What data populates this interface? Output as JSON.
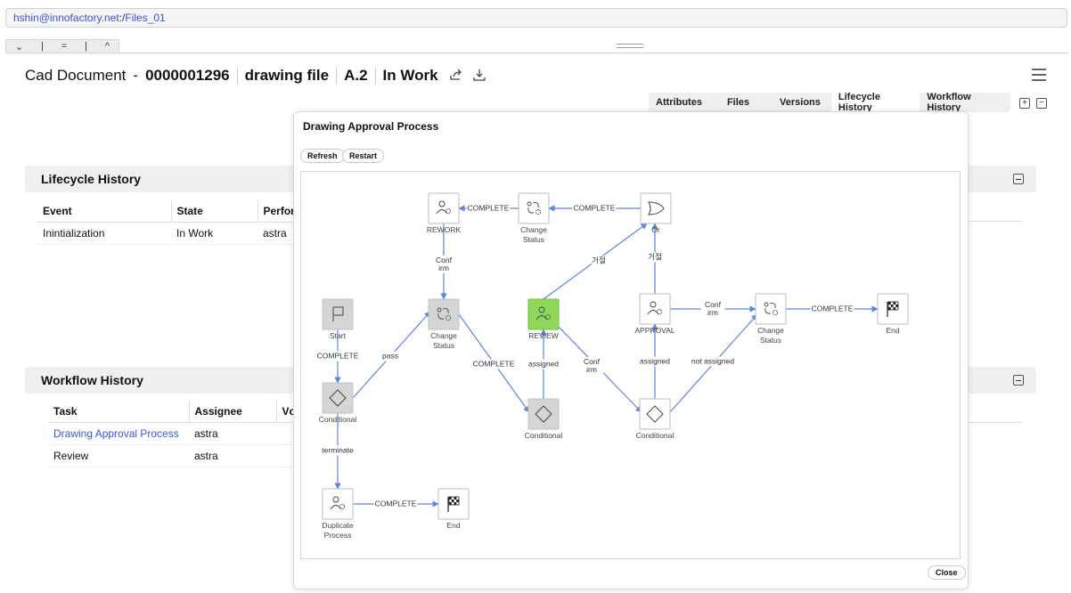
{
  "path": {
    "user": "hshin@innofactory.net",
    "sep": ":/",
    "folder": "Files_01"
  },
  "panel_buttons": [
    "⌄",
    "|",
    "=",
    "|",
    "^"
  ],
  "title": {
    "type": "Cad Document",
    "dash": "-",
    "number": "0000001296",
    "name": "drawing file",
    "revision": "A.2",
    "state": "In Work"
  },
  "tabs": [
    "Attributes",
    "Files",
    "Versions",
    "Lifecycle History",
    "Workflow History"
  ],
  "lifecycle": {
    "heading": "Lifecycle History",
    "columns": [
      "Event",
      "State",
      "Perfor"
    ],
    "rows": [
      {
        "event": "Inintialization",
        "state": "In Work",
        "performer": "astra"
      }
    ]
  },
  "workflow": {
    "heading": "Workflow History",
    "columns": [
      "Task",
      "Assignee",
      "Vc"
    ],
    "rows": [
      {
        "task": "Drawing Approval Process",
        "assignee": "astra"
      },
      {
        "task": "Review",
        "assignee": "astra"
      }
    ]
  },
  "modal": {
    "title": "Drawing Approval Process",
    "refresh": "Refresh",
    "restart": "Restart",
    "close": "Close"
  },
  "colors": {
    "accent": "#3a56d4",
    "edge": "#5b86e0",
    "active_node": "#8fd85a",
    "gray_node": "#d5d5d5"
  },
  "diagram": {
    "nodes": [
      {
        "id": "rework",
        "label": "REWORK",
        "label2": "",
        "icon": "person-gear-icon"
      },
      {
        "id": "cs_top",
        "label": "Change",
        "label2": "Status",
        "icon": "status-change-icon"
      },
      {
        "id": "or",
        "label": "Or",
        "label2": "",
        "icon": "or-gate-icon"
      },
      {
        "id": "start",
        "label": "Start",
        "label2": "",
        "icon": "flag-icon"
      },
      {
        "id": "cs_mid",
        "label": "Change",
        "label2": "Status",
        "icon": "status-change-icon"
      },
      {
        "id": "review",
        "label": "REVIEW",
        "label2": "",
        "icon": "person-gear-icon"
      },
      {
        "id": "approval",
        "label": "APPROVAL",
        "label2": "",
        "icon": "person-gear-icon"
      },
      {
        "id": "cs_right",
        "label": "Change",
        "label2": "Status",
        "icon": "status-change-icon"
      },
      {
        "id": "end_right",
        "label": "End",
        "label2": "",
        "icon": "checkered-flag-icon"
      },
      {
        "id": "cond_left",
        "label": "Conditional",
        "label2": "",
        "icon": "diamond-icon"
      },
      {
        "id": "cond_mid",
        "label": "Conditional",
        "label2": "",
        "icon": "diamond-icon"
      },
      {
        "id": "cond_right",
        "label": "Conditional",
        "label2": "",
        "icon": "diamond-icon"
      },
      {
        "id": "dup",
        "label": "Duplicate",
        "label2": "Process",
        "icon": "person-gear-icon"
      },
      {
        "id": "end_bottom",
        "label": "End",
        "label2": "",
        "icon": "checkered-flag-icon"
      }
    ],
    "edges": [
      {
        "from": "cs_top",
        "to": "rework",
        "label": "COMPLETE"
      },
      {
        "from": "or",
        "to": "cs_top",
        "label": "COMPLETE"
      },
      {
        "from": "rework",
        "to": "cs_mid",
        "label": "Conf irm"
      },
      {
        "from": "start",
        "to": "cond_left",
        "label": "COMPLETE"
      },
      {
        "from": "cond_left",
        "to": "cs_mid",
        "label": "pass"
      },
      {
        "from": "cond_left",
        "to": "dup",
        "label": "terminate"
      },
      {
        "from": "dup",
        "to": "end_bottom",
        "label": "COMPLETE"
      },
      {
        "from": "cs_mid",
        "to": "cond_mid",
        "label": "COMPLETE"
      },
      {
        "from": "cond_mid",
        "to": "review",
        "label": "assigned"
      },
      {
        "from": "review",
        "to": "or",
        "label": "거절"
      },
      {
        "from": "review",
        "to": "cond_right",
        "label": "Conf irm"
      },
      {
        "from": "cond_right",
        "to": "approval",
        "label": "assigned"
      },
      {
        "from": "cond_right",
        "to": "cs_right",
        "label": "not assigned"
      },
      {
        "from": "approval",
        "to": "or",
        "label": "거절"
      },
      {
        "from": "approval",
        "to": "cs_right",
        "label": "Conf irm"
      },
      {
        "from": "cs_right",
        "to": "end_right",
        "label": "COMPLETE"
      }
    ]
  }
}
